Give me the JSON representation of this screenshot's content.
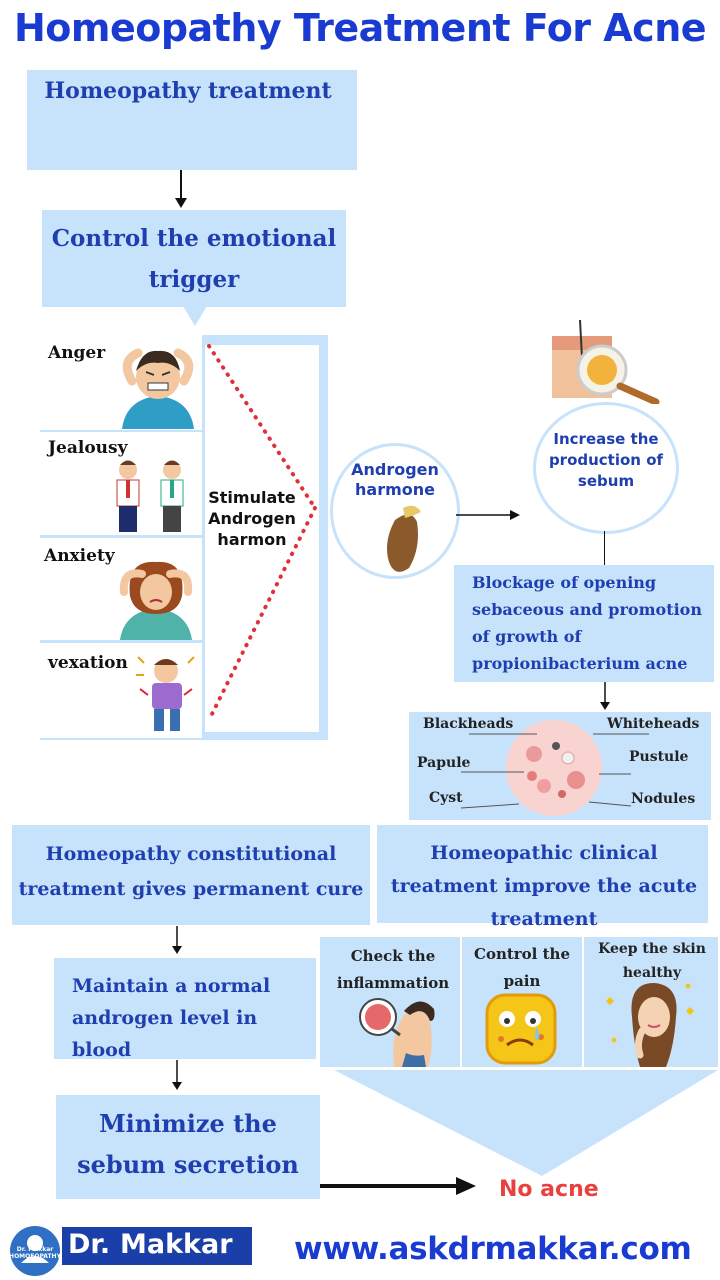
{
  "title": "Homeopathy Treatment For Acne",
  "step1": "Homeopathy treatment",
  "step2": "Control the emotional trigger",
  "emotions": [
    "Anger",
    "Jealousy",
    "Anxiety",
    "vexation"
  ],
  "stimulate": "Stimulate Androgen harmon",
  "androgen": "Androgen harmone",
  "sebum": "Increase the production of sebum",
  "blockage": "Blockage of opening sebaceous and promotion of growth of propionibacterium acne",
  "acne_types": {
    "blackheads": "Blackheads",
    "whiteheads": "Whiteheads",
    "papule": "Papule",
    "pustule": "Pustule",
    "cyst": "Cyst",
    "nodules": "Nodules"
  },
  "constitutional": "Homeopathy constitutional treatment gives permanent cure",
  "clinical": "Homeopathic clinical treatment improve the acute treatment",
  "maintain": "Maintain a normal androgen level in blood",
  "minimize": "Minimize the sebum secretion",
  "clinical_items": [
    "Check the inflammation",
    "Control the pain",
    "Keep the skin healthy"
  ],
  "result": "No acne",
  "brand": {
    "logo_text": "Dr. Makkar HOMOEOPATHY",
    "name_dr": "Dr.",
    "name_makkar": "Makkar",
    "website": "www.askdrmakkar.com"
  },
  "colors": {
    "box": "#c7e2fb",
    "title": "#1a3bd1",
    "text": "#1f3fb0",
    "result": "#e8413f",
    "dots": "#e0303a"
  }
}
